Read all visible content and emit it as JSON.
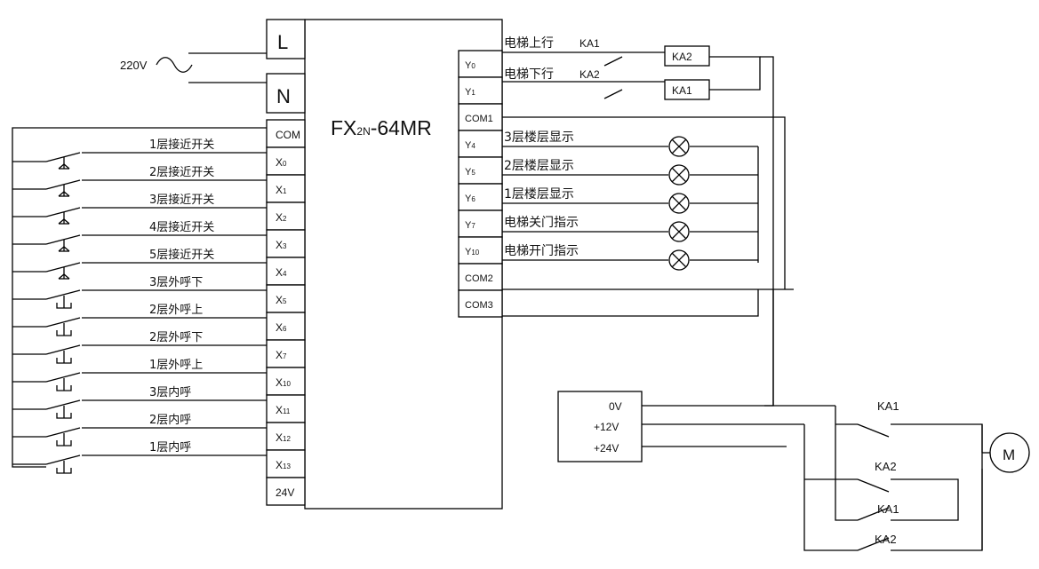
{
  "supply": {
    "voltage": "220V"
  },
  "plc": {
    "model": "FX2N-64MR",
    "model_main": "FX",
    "model_sub": "2N",
    "model_tail": "-64MR",
    "terminal_L": "L",
    "terminal_N": "N",
    "input_terminals": [
      {
        "label": "COM"
      },
      {
        "label": "X",
        "sub": "0"
      },
      {
        "label": "X",
        "sub": "1"
      },
      {
        "label": "X",
        "sub": "2"
      },
      {
        "label": "X",
        "sub": "3"
      },
      {
        "label": "X",
        "sub": "4"
      },
      {
        "label": "X",
        "sub": "5"
      },
      {
        "label": "X",
        "sub": "6"
      },
      {
        "label": "X",
        "sub": "7"
      },
      {
        "label": "X",
        "sub": "10"
      },
      {
        "label": "X",
        "sub": "11"
      },
      {
        "label": "X",
        "sub": "12"
      },
      {
        "label": "X",
        "sub": "13"
      },
      {
        "label": "24V"
      }
    ],
    "output_terminals": [
      {
        "label": "Y",
        "sub": "0"
      },
      {
        "label": "Y",
        "sub": "1"
      },
      {
        "label": "COM1"
      },
      {
        "label": "Y",
        "sub": "4"
      },
      {
        "label": "Y",
        "sub": "5"
      },
      {
        "label": "Y",
        "sub": "6"
      },
      {
        "label": "Y",
        "sub": "7"
      },
      {
        "label": "Y",
        "sub": "10"
      },
      {
        "label": "COM2"
      },
      {
        "label": "COM3"
      }
    ]
  },
  "inputs": [
    {
      "label": "1层接近开关"
    },
    {
      "label": "2层接近开关"
    },
    {
      "label": "3层接近开关"
    },
    {
      "label": "4层接近开关"
    },
    {
      "label": "5层接近开关"
    },
    {
      "label": "3层外呼下"
    },
    {
      "label": "2层外呼上"
    },
    {
      "label": "2层外呼下"
    },
    {
      "label": "1层外呼上"
    },
    {
      "label": "3层内呼"
    },
    {
      "label": "2层内呼"
    },
    {
      "label": "1层内呼"
    }
  ],
  "outputs": {
    "relay_lines": [
      {
        "label": "电梯上行",
        "contact": "KA1",
        "coil": "KA2"
      },
      {
        "label": "电梯下行",
        "contact": "KA2",
        "coil": "KA1"
      }
    ],
    "lamp_lines": [
      {
        "label": "3层楼层显示"
      },
      {
        "label": "2层楼层显示"
      },
      {
        "label": "1层楼层显示"
      },
      {
        "label": "电梯关门指示"
      },
      {
        "label": "电梯开门指示"
      }
    ]
  },
  "power_supply": {
    "terminals": [
      "0V",
      "+12V",
      "+24V"
    ]
  },
  "motor": {
    "label": "M",
    "contacts": [
      "KA1",
      "KA2",
      "KA1",
      "KA2"
    ]
  }
}
